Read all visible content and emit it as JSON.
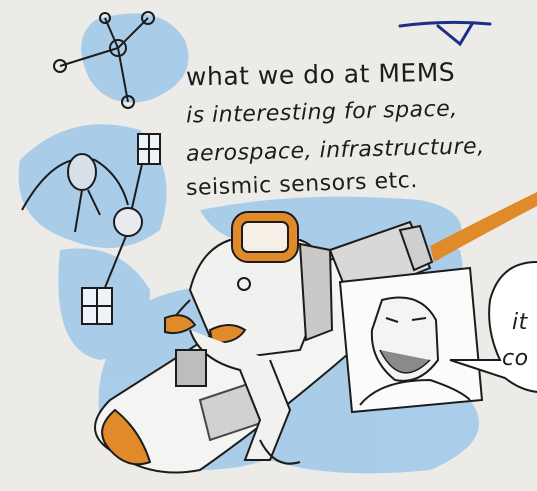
{
  "text": {
    "line1": "what we do at MEMS",
    "line2": "is interesting for space,",
    "line3": "aerospace, infrastructure,",
    "line4": "seismic sensors etc.",
    "bubble1": "it",
    "bubble2": "co"
  },
  "colors": {
    "paper": "#ecebe7",
    "blue_wash": "#9ec8ea",
    "orange": "#e08a2a",
    "grey_shade": "#b9b9b9",
    "ink": "#1c1c1c",
    "navy_mark": "#1a2f8a"
  }
}
